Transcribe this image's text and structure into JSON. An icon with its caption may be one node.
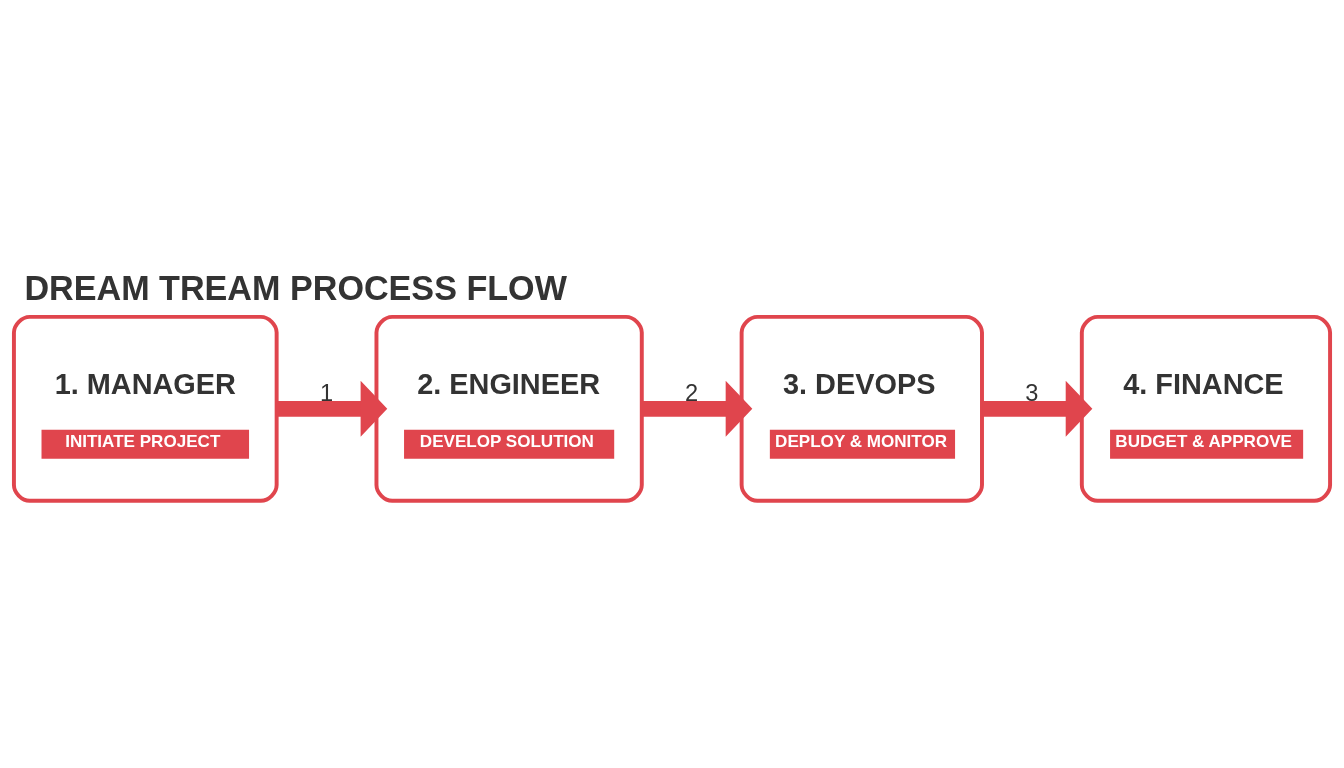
{
  "diagram": {
    "title": "DREAM TREAM PROCESS FLOW",
    "nodes": [
      {
        "text": [
          "1. MANAGER",
          "INITIATE PROJECT"
        ]
      },
      {
        "text": [
          "2. ENGINEER",
          "DEVELOP SOLUTION"
        ]
      },
      {
        "text": [
          "3. DEVOPS",
          "DEPLOY & MONITOR"
        ]
      },
      {
        "text": [
          "4. FINANCE",
          "BUDGET & APPROVE"
        ]
      }
    ],
    "edges": [
      {
        "from": 0,
        "to": 1,
        "arrow": "to",
        "label": "1"
      },
      {
        "from": 1,
        "to": 2,
        "arrow": "to",
        "label": "2"
      },
      {
        "from": 2,
        "to": 3,
        "arrow": "to",
        "label": "3"
      }
    ]
  }
}
